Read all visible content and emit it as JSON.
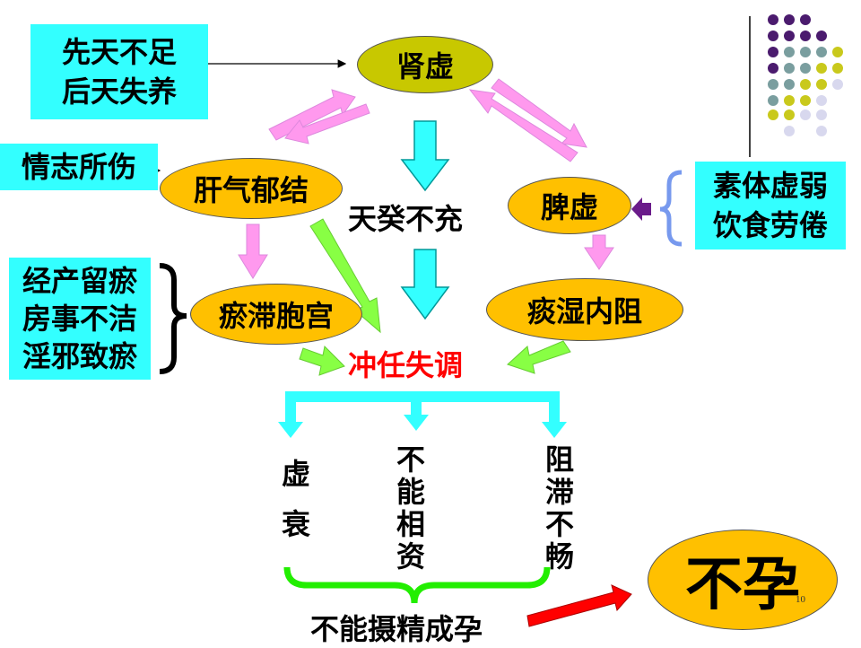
{
  "boxes": {
    "congenital": [
      "先天不足",
      "后天失养"
    ],
    "emotion": "情志所伤",
    "stasis_causes": [
      "经产留瘀",
      "房事不洁",
      "淫邪致瘀"
    ],
    "spleen_causes": [
      "素体虚弱",
      "饮食劳倦"
    ]
  },
  "nodes": {
    "kidney": "肾虚",
    "liver": "肝气郁结",
    "spleen": "脾虚",
    "stasis": "瘀滞胞宫",
    "phlegm": "痰湿内阻"
  },
  "labels": {
    "tiangui": "天癸不充",
    "chongren": "冲任失调",
    "weak": "虚衰",
    "incompatible": "不能相资",
    "blocked": "阻滞不畅",
    "conceive": "不能摄精成孕",
    "infertility": "不孕",
    "page_number": "10"
  },
  "colors": {
    "cyan": "#33ffff",
    "gold": "#ffc000",
    "olive": "#c8c800",
    "pink": "#ff99ee",
    "green": "#88ff44",
    "purple": "#4b1b6e",
    "gray_teal": "#7a9e9f",
    "lime": "#c9c91c",
    "lavender": "#d8d8ee",
    "red": "#ff0000"
  }
}
